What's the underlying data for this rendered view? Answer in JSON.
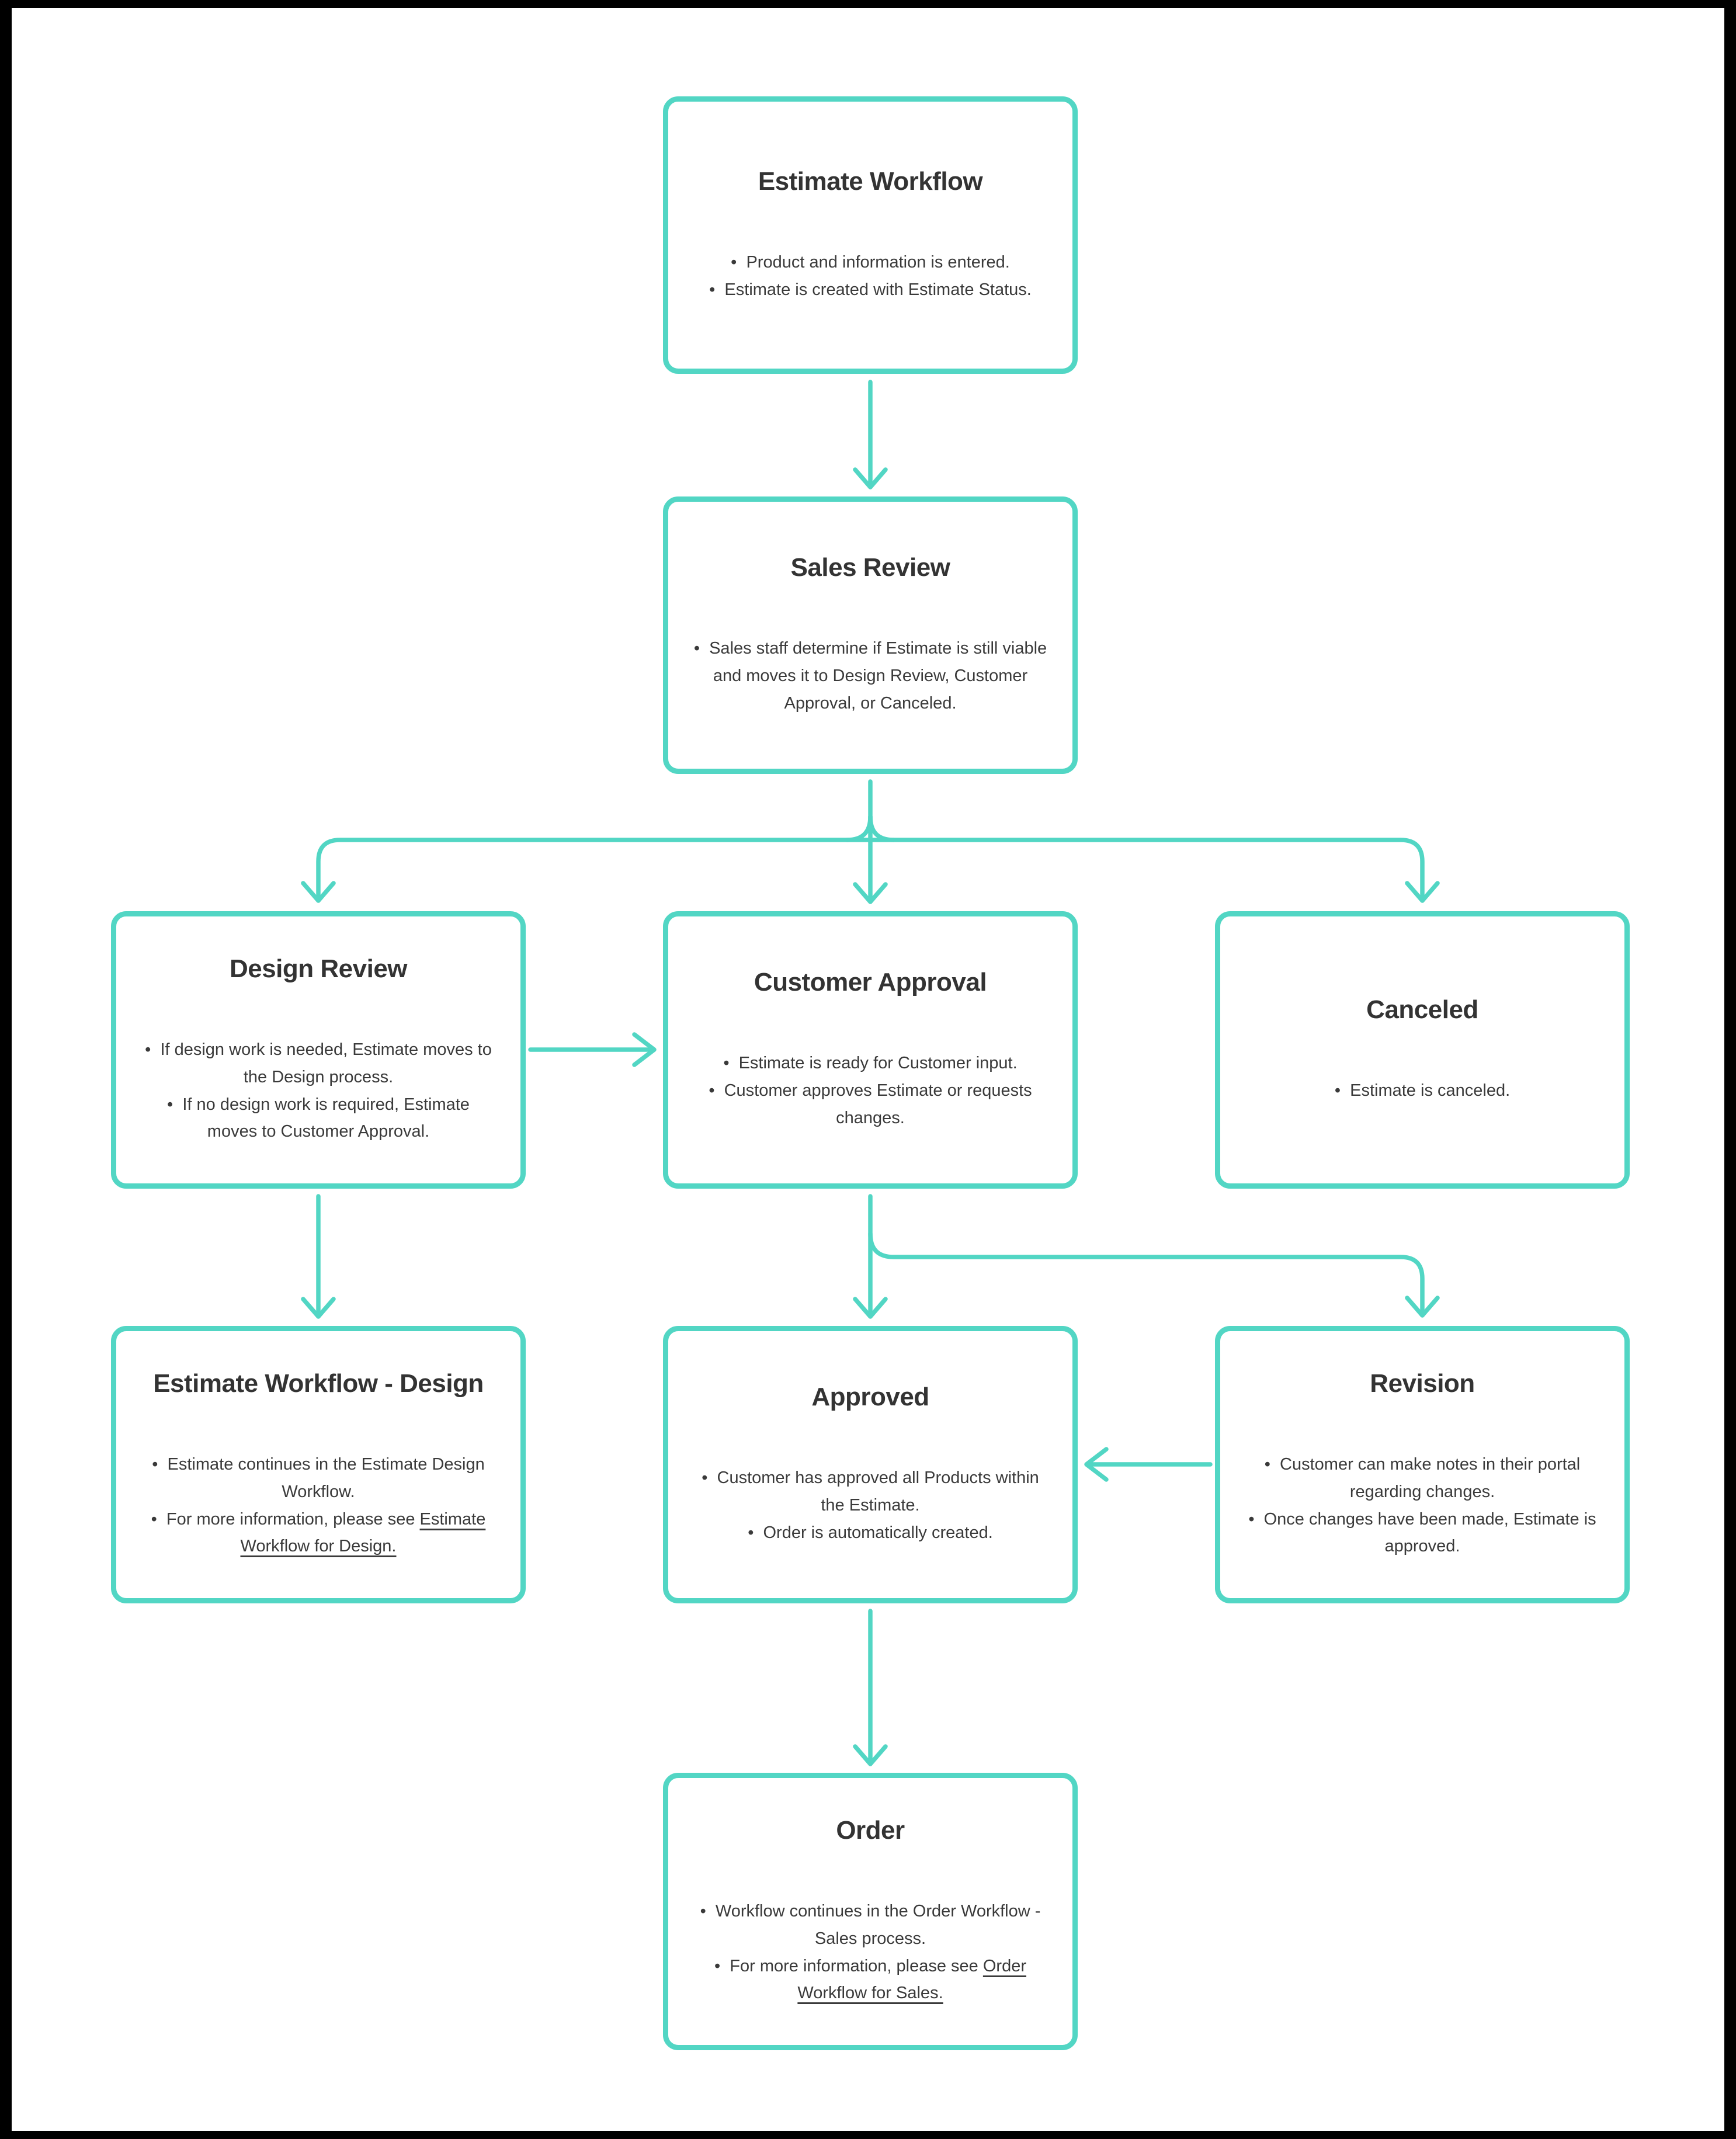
{
  "theme": {
    "accent": "#52D6C4",
    "text": "#333333",
    "background": "#FFFFFF",
    "frame": "#000000"
  },
  "nodes": {
    "estimate_workflow": {
      "title": "Estimate Workflow",
      "bullets": [
        "Product and information is entered.",
        "Estimate is created with Estimate Status."
      ]
    },
    "sales_review": {
      "title": "Sales Review",
      "bullets": [
        "Sales staff determine if Estimate is still viable and moves it  to Design Review, Customer Approval, or Canceled."
      ]
    },
    "design_review": {
      "title": "Design Review",
      "bullets": [
        "If design work is needed, Estimate moves to the Design process.",
        "If no design work is required, Estimate moves to Customer Approval."
      ]
    },
    "customer_approval": {
      "title": "Customer Approval",
      "bullets": [
        "Estimate is ready for Customer input.",
        "Customer approves Estimate or requests changes."
      ]
    },
    "canceled": {
      "title": "Canceled",
      "bullets": [
        "Estimate is canceled."
      ]
    },
    "estimate_workflow_design": {
      "title": "Estimate Workflow - Design",
      "bullets": [
        "Estimate continues in the Estimate Design Workflow."
      ],
      "more_info": {
        "text": "For more information, please see",
        "link": "Estimate Workflow for Design."
      }
    },
    "approved": {
      "title": "Approved",
      "bullets": [
        "Customer has approved all Products within the Estimate.",
        "Order is automatically created."
      ]
    },
    "revision": {
      "title": "Revision",
      "bullets": [
        "Customer can make notes in their portal regarding changes.",
        "Once changes have been made, Estimate is approved."
      ]
    },
    "order": {
      "title": "Order",
      "bullets": [
        "Workflow continues in the Order Workflow - Sales process."
      ],
      "more_info": {
        "text": "For more information, please see",
        "link": "Order Workflow for Sales."
      }
    }
  },
  "edges": [
    {
      "from": "Estimate Workflow",
      "to": "Sales Review"
    },
    {
      "from": "Sales Review",
      "to": "Design Review"
    },
    {
      "from": "Sales Review",
      "to": "Customer Approval"
    },
    {
      "from": "Sales Review",
      "to": "Canceled"
    },
    {
      "from": "Design Review",
      "to": "Customer Approval"
    },
    {
      "from": "Design Review",
      "to": "Estimate Workflow - Design"
    },
    {
      "from": "Customer Approval",
      "to": "Approved"
    },
    {
      "from": "Customer Approval",
      "to": "Revision"
    },
    {
      "from": "Revision",
      "to": "Approved"
    },
    {
      "from": "Approved",
      "to": "Order"
    }
  ]
}
